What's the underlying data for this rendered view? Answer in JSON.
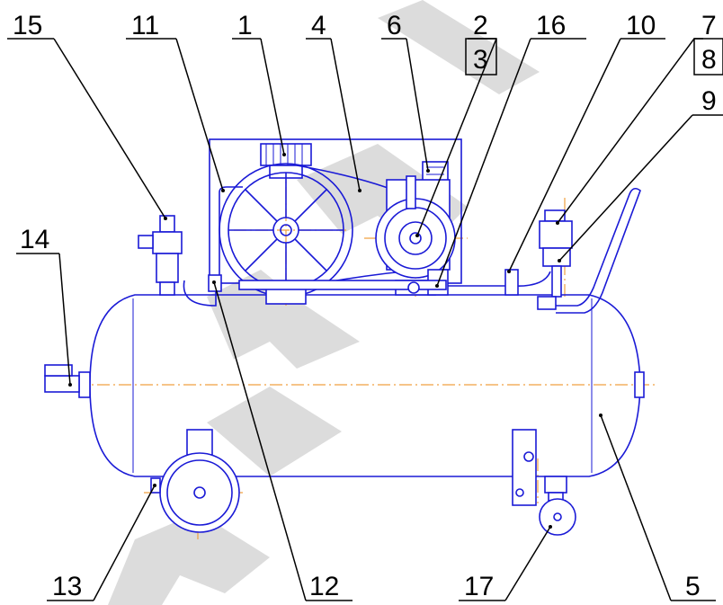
{
  "colors": {
    "drawing_line": "#1a1ad6",
    "center_line": "#f0a040",
    "leader_line": "#000000",
    "watermark": "#dcdcdc"
  },
  "callouts": {
    "c1": "1",
    "c2": "2",
    "c3": "3",
    "c4": "4",
    "c5": "5",
    "c6": "6",
    "c7": "7",
    "c8": "8",
    "c9": "9",
    "c10": "10",
    "c11": "11",
    "c12": "12",
    "c13": "13",
    "c14": "14",
    "c15": "15",
    "c16": "16",
    "c17": "17"
  }
}
